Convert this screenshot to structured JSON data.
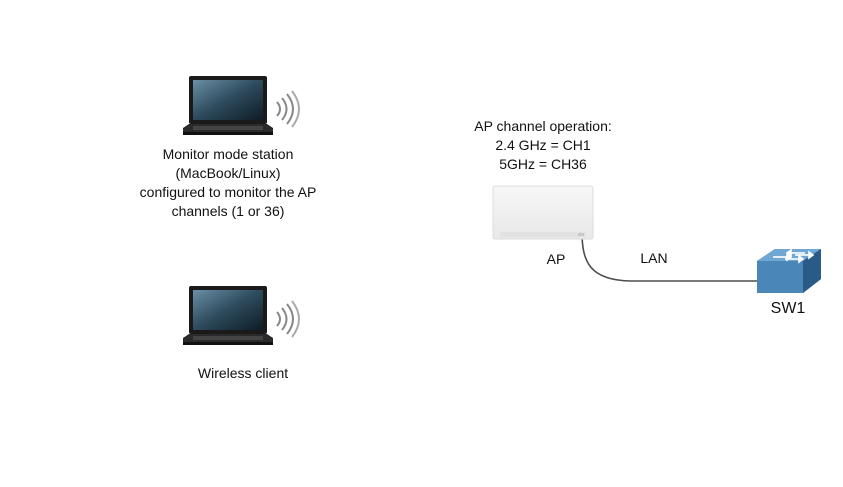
{
  "diagram": {
    "monitor_station": {
      "label_lines": [
        "Monitor mode station",
        "(MacBook/Linux)",
        "configured to monitor the AP",
        "channels (1 or 36)"
      ],
      "icon": "laptop-icon",
      "signal_icon": "wifi-waves-icon"
    },
    "wireless_client": {
      "label": "Wireless client",
      "icon": "laptop-icon",
      "signal_icon": "wifi-waves-icon"
    },
    "ap_info": {
      "lines": [
        "AP channel operation:",
        "2.4 GHz = CH1",
        "5GHz = CH36"
      ]
    },
    "access_point": {
      "label": "AP",
      "icon": "access-point-icon"
    },
    "link": {
      "label": "LAN"
    },
    "switch": {
      "label": "SW1",
      "icon": "switch-icon",
      "color": "#4a86b8"
    }
  }
}
